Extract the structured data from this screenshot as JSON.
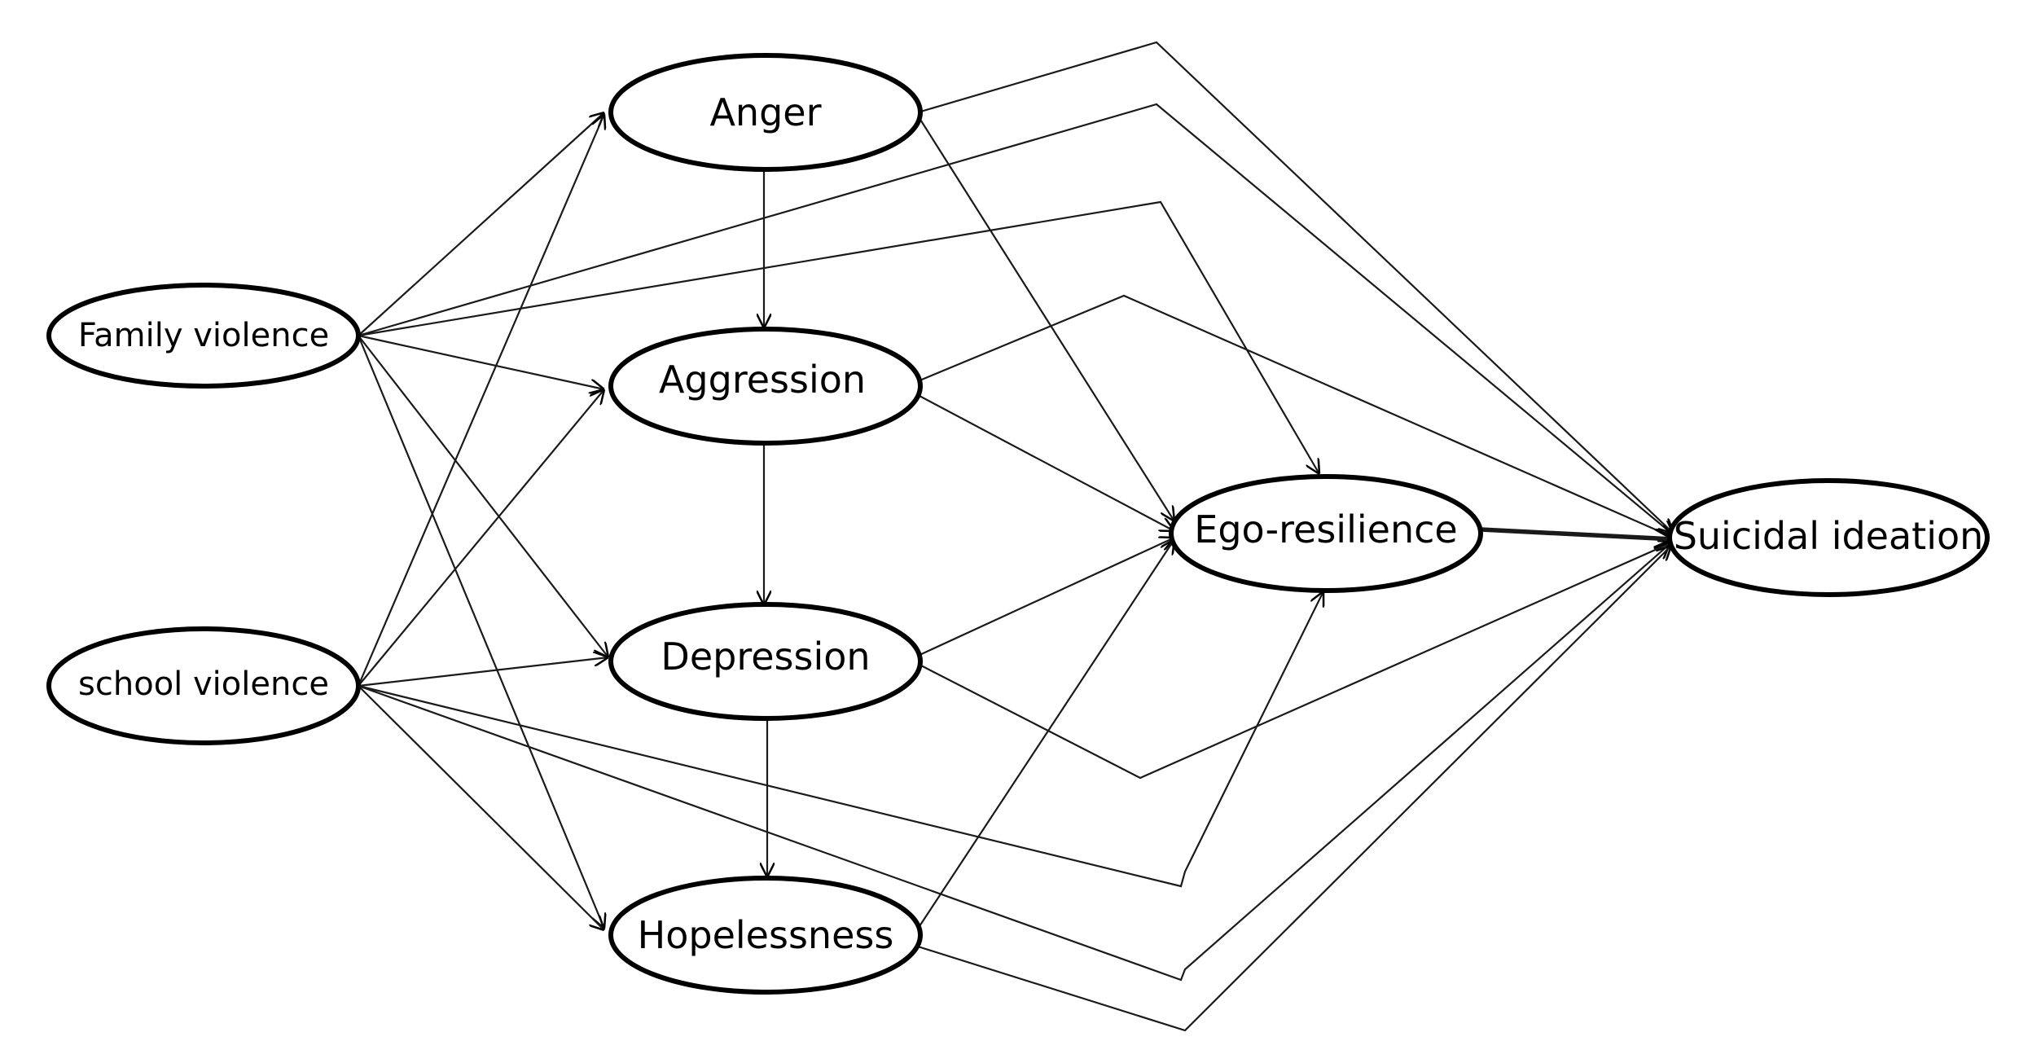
{
  "nodes": {
    "family_violence": "Family violence",
    "school_violence": "school violence",
    "anger": "Anger",
    "aggression": "Aggression",
    "depression": "Depression",
    "hopelessness": "Hopelessness",
    "ego_resilience": "Ego-resilience",
    "suicidal_ideation": "Suicidal ideation"
  },
  "edges": [
    {
      "from": "Family violence",
      "to": "Anger"
    },
    {
      "from": "Family violence",
      "to": "Aggression"
    },
    {
      "from": "Family violence",
      "to": "Depression"
    },
    {
      "from": "Family violence",
      "to": "Hopelessness"
    },
    {
      "from": "Family violence",
      "to": "Ego-resilience"
    },
    {
      "from": "Family violence",
      "to": "Suicidal ideation"
    },
    {
      "from": "school violence",
      "to": "Anger"
    },
    {
      "from": "school violence",
      "to": "Aggression"
    },
    {
      "from": "school violence",
      "to": "Depression"
    },
    {
      "from": "school violence",
      "to": "Hopelessness"
    },
    {
      "from": "school violence",
      "to": "Ego-resilience"
    },
    {
      "from": "school violence",
      "to": "Suicidal ideation"
    },
    {
      "from": "Anger",
      "to": "Aggression"
    },
    {
      "from": "Anger",
      "to": "Ego-resilience"
    },
    {
      "from": "Anger",
      "to": "Suicidal ideation"
    },
    {
      "from": "Aggression",
      "to": "Depression"
    },
    {
      "from": "Aggression",
      "to": "Ego-resilience"
    },
    {
      "from": "Aggression",
      "to": "Suicidal ideation"
    },
    {
      "from": "Depression",
      "to": "Hopelessness"
    },
    {
      "from": "Depression",
      "to": "Ego-resilience"
    },
    {
      "from": "Depression",
      "to": "Suicidal ideation"
    },
    {
      "from": "Hopelessness",
      "to": "Ego-resilience"
    },
    {
      "from": "Hopelessness",
      "to": "Suicidal ideation"
    },
    {
      "from": "Ego-resilience",
      "to": "Suicidal ideation",
      "emphasis": "bold"
    }
  ],
  "colors": {
    "stroke": "#000000",
    "background": "#ffffff"
  }
}
